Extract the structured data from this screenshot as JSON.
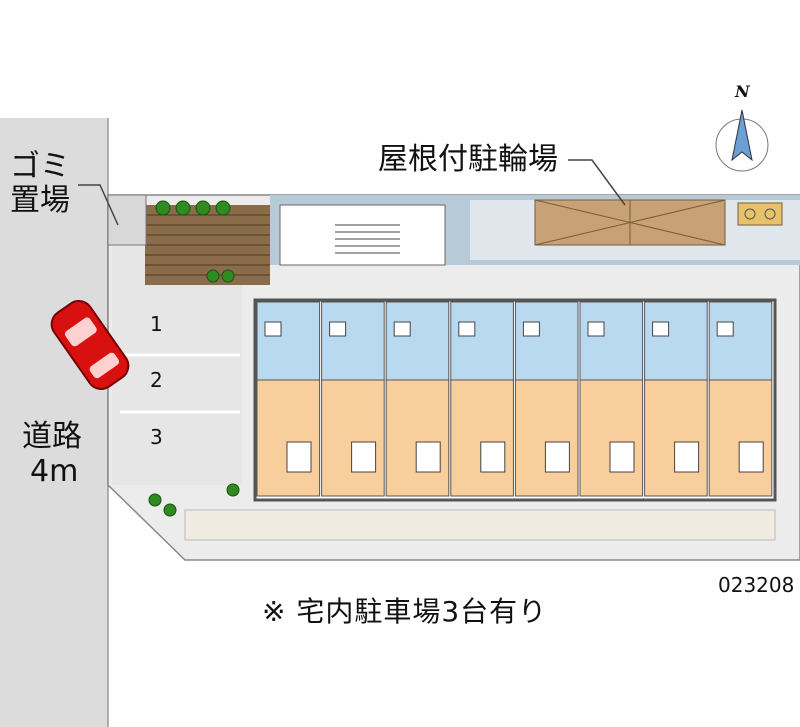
{
  "labels": {
    "garbage_line1": "ゴミ",
    "garbage_line2": "置場",
    "bike_parking": "屋根付駐輪場",
    "road_line1": "道路",
    "road_line2": "4m",
    "north": "N",
    "parking_note": "※ 宅内駐車場3台有り",
    "property_code": "023208"
  },
  "parking_slots": [
    "1",
    "2",
    "3"
  ],
  "units_count": 8,
  "colors": {
    "road": "#dcdcdc",
    "lot": "#ececec",
    "wall": "#666666",
    "wet_area": "#b8d9f0",
    "room": "#f7ce9c",
    "roof": "#c8a277",
    "planting": "#2f8a1f",
    "car": "#d81010",
    "walkway": "#f0ebe0",
    "corridor": "#b7cad8"
  },
  "icons": [
    "north-arrow-icon",
    "car-icon",
    "staircase-icon",
    "bicycle-icon"
  ]
}
